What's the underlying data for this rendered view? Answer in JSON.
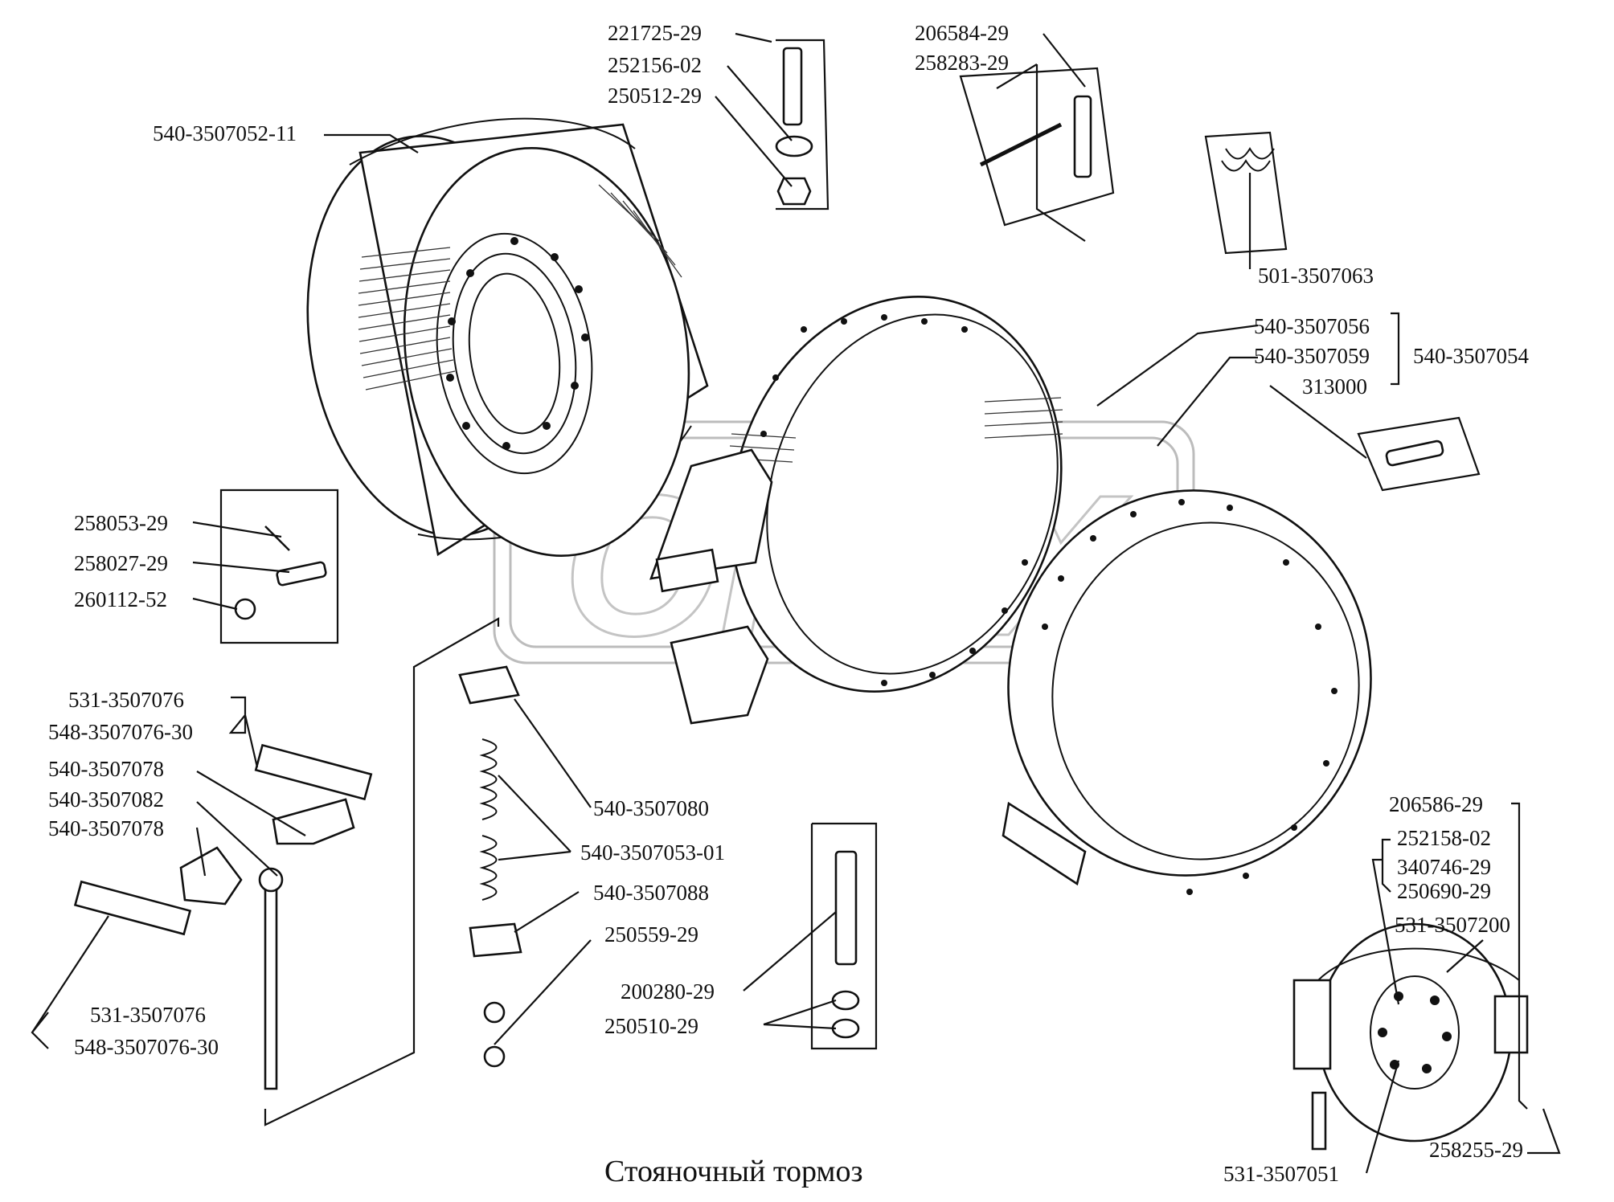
{
  "caption": "Стояночный тормоз",
  "watermark": "OPEX",
  "labels": {
    "l221725": "221725-29",
    "l252156": "252156-02",
    "l250512": "250512-29",
    "l540052": "540-3507052-11",
    "l206584": "206584-29",
    "l258283": "258283-29",
    "l501063": "501-3507063",
    "l540056": "540-3507056",
    "l540059": "540-3507059",
    "l313000": "313000",
    "l540054": "540-3507054",
    "l258053": "258053-29",
    "l258027": "258027-29",
    "l260112": "260112-52",
    "l531076a": "531-3507076",
    "l548076a": "548-3507076-30",
    "l540078a": "540-3507078",
    "l540082": "540-3507082",
    "l540078b": "540-3507078",
    "l540080": "540-3507080",
    "l540053": "540-3507053-01",
    "l540088": "540-3507088",
    "l250559": "250559-29",
    "l200280": "200280-29",
    "l250510": "250510-29",
    "l531076b": "531-3507076",
    "l548076b": "548-3507076-30",
    "l206586": "206586-29",
    "l252158": "252158-02",
    "l340746": "340746-29",
    "l250690": "250690-29",
    "l531200": "531-3507200",
    "l531051": "531-3507051",
    "l258255": "258255-29"
  }
}
